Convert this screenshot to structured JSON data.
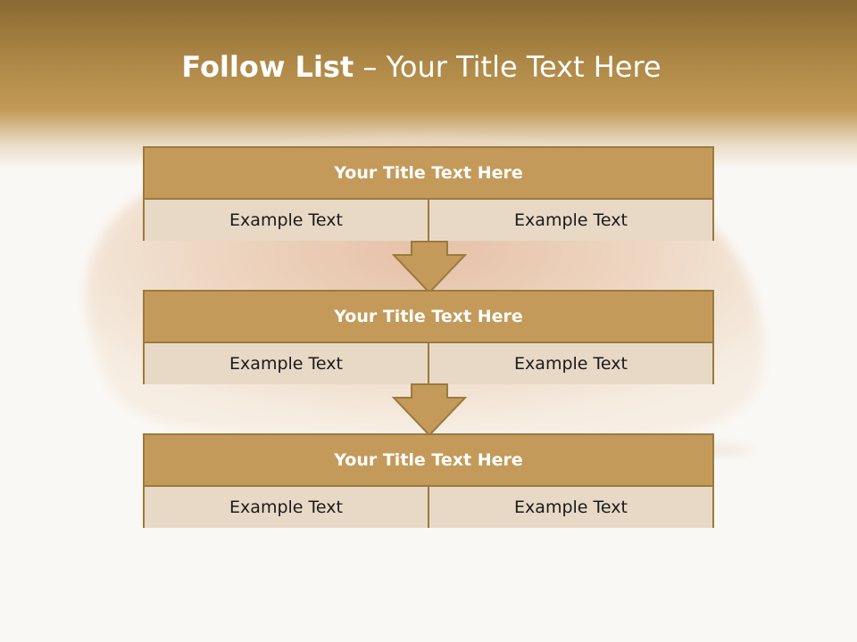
{
  "slide": {
    "title_bold": "Follow List",
    "title_rest": "– Your Title Text Here"
  },
  "steps": [
    {
      "title": "Your Title Text Here",
      "left": "Example Text",
      "right": "Example Text"
    },
    {
      "title": "Your Title Text Here",
      "left": "Example Text",
      "right": "Example Text"
    },
    {
      "title": "Your Title Text Here",
      "left": "Example Text",
      "right": "Example Text"
    }
  ],
  "colors": {
    "header_brown": "#8a6a32",
    "block_head": "#c49a5a",
    "block_cell": "#e8d8c6",
    "border": "#9a7a3e",
    "arrow": "#c49a5a"
  }
}
